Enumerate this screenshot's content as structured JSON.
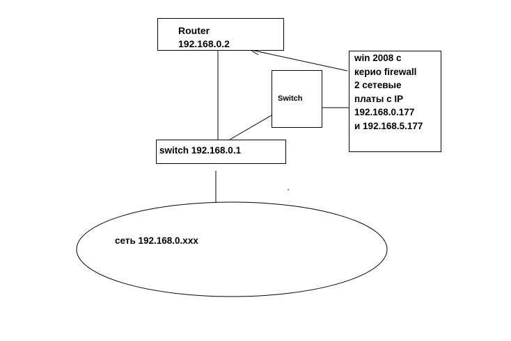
{
  "diagram": {
    "router": {
      "lines": [
        "Router",
        "192.168.0.2"
      ]
    },
    "firewall": {
      "lines": [
        "win 2008 с",
        "керио firewall",
        "2 сетевые",
        "платы с IP",
        "192.168.0.177",
        "и 192.168.5.177"
      ]
    },
    "switch_small": {
      "label": "Switch"
    },
    "switch_main": {
      "label": "switch 192.168.0.1"
    },
    "network": {
      "label": "сеть 192.168.0.xxx"
    },
    "colors": {
      "stroke": "#000000",
      "background": "#ffffff"
    }
  }
}
